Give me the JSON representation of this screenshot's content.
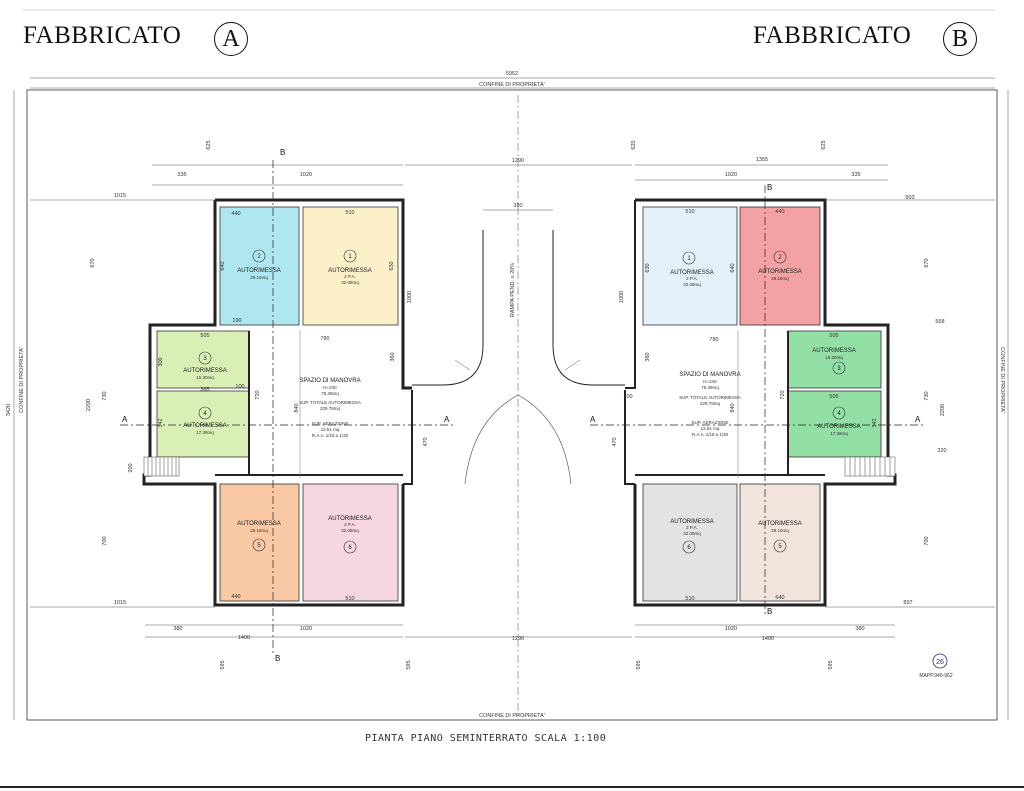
{
  "header": {
    "left_title": "FABBRICATO",
    "left_letter": "A",
    "right_title": "FABBRICATO",
    "right_letter": "B"
  },
  "boundary": {
    "top_label": "CONFINE DI PROPRIETA'",
    "bottom_label": "CONFINE DI PROPRIETA'",
    "left_label": "CONFINE DI PROPRIETA'",
    "right_label": "CONFINE DI PROPRIETA'",
    "overall_width": "5952",
    "overall_height": "3420"
  },
  "ramp": {
    "label": "RAMPA PEND. ≤ 20%",
    "width": "380"
  },
  "building_a": {
    "maneuver": {
      "title": "SPAZIO DI MANOVRA",
      "h": "H=240",
      "area": "75.39mq",
      "sup": "SUP. TOTALE AUTORIMESSA",
      "sup_val": "229.78mq",
      "aer": "SUP. AERAZIONE",
      "aer_val": "12.51 mq",
      "rai": "R.A.I= 1/18 ≥ 1/30"
    },
    "garages": [
      {
        "num": "2",
        "label": "AUTORIMESSA",
        "area": "29.16mq",
        "color": "#aee7ef"
      },
      {
        "num": "1",
        "label": "AUTORIMESSA",
        "sub": "2 P.A.",
        "area": "32.08mq",
        "color": "#fcf0c9"
      },
      {
        "num": "3",
        "label": "AUTORIMESSA",
        "area": "16.30mq",
        "color": "#d9efb6"
      },
      {
        "num": "4",
        "label": "AUTORIMESSA",
        "area": "17.39mq",
        "color": "#d9efb6"
      },
      {
        "num": "5",
        "label": "AUTORIMESSA",
        "area": "29.16mq",
        "color": "#f9c8a4"
      },
      {
        "num": "6",
        "label": "AUTORIMESSA",
        "sub": "2 P.A.",
        "area": "32.08mq",
        "color": "#f5d6e1"
      }
    ]
  },
  "building_b": {
    "maneuver": {
      "title": "SPAZIO DI MANOVRA",
      "h": "H=240",
      "area": "75.39mq",
      "sup": "SUP. TOTALE AUTORIMESSA",
      "sup_val": "229.78mq",
      "aer": "SUP. AERAZIONE",
      "aer_val": "12.51 mq",
      "rai": "R.A.I= 1/18 ≥ 1/30"
    },
    "garages": [
      {
        "num": "1",
        "label": "AUTORIMESSA",
        "sub": "2 P.A.",
        "area": "32.08mq",
        "color": "#e3f1fb"
      },
      {
        "num": "2",
        "label": "AUTORIMESSA",
        "area": "29.16mq",
        "color": "#f4a1a4"
      },
      {
        "num": "3",
        "label": "AUTORIMESSA",
        "area": "16.30mq",
        "color": "#92e0a6"
      },
      {
        "num": "4",
        "label": "AUTORIMESSA",
        "area": "17.39mq",
        "color": "#92e0a6"
      },
      {
        "num": "6",
        "label": "AUTORIMESSA",
        "sub": "2 P.A.",
        "area": "32.08mq",
        "color": "#e3e3e3"
      },
      {
        "num": "5",
        "label": "AUTORIMESSA",
        "area": "29.16mq",
        "color": "#f2e4dc"
      }
    ]
  },
  "dims": {
    "d335": "335",
    "d1020": "1020",
    "d1290": "1290",
    "d1355": "1355",
    "d1015": "1015",
    "d903": "903",
    "d440": "440",
    "d510": "510",
    "d670": "670",
    "d640": "640",
    "d630": "630",
    "d1000": "1000",
    "d780": "780",
    "d505": "505",
    "d300": "300",
    "d720": "720",
    "d365": "365",
    "d840": "840",
    "d2200": "2200",
    "d730": "730",
    "d360": "360",
    "d470": "470",
    "d700": "700",
    "d897": "897",
    "d380": "380",
    "d1400": "1400",
    "d595": "595",
    "d568": "568",
    "d625": "625",
    "d200": "200",
    "d100": "100",
    "d342": "342",
    "d320": "320",
    "d190": "190"
  },
  "sections": {
    "a": "A",
    "b": "B"
  },
  "sheet": {
    "number": "26",
    "mapp": "MAPP.946-962"
  },
  "caption": "PIANTA PIANO SEMINTERRATO  SCALA 1:100"
}
